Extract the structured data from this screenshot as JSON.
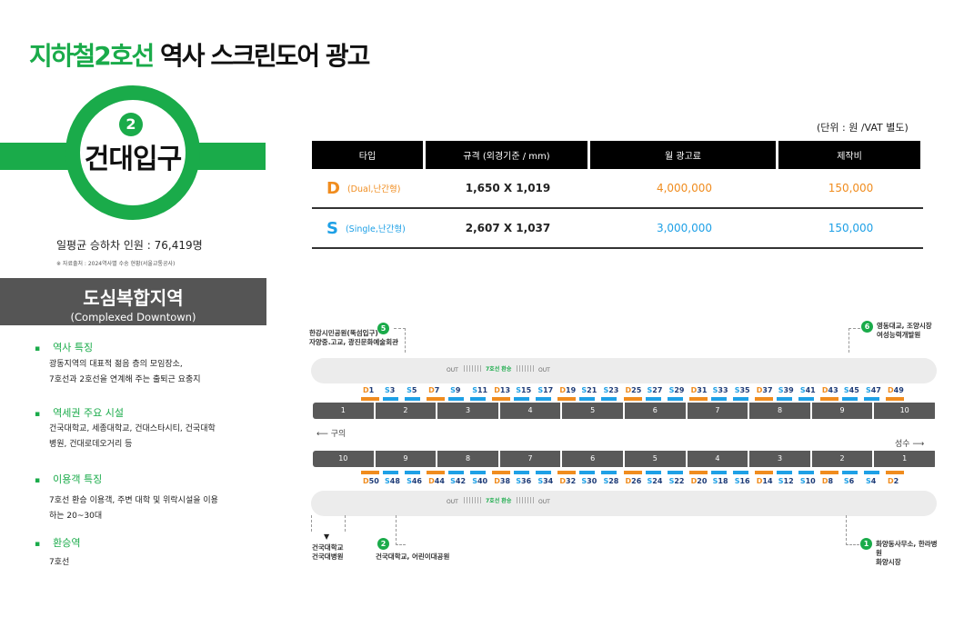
{
  "title": {
    "line": "지하철2호선",
    "rest": "역사 스크린도어 광고"
  },
  "station": {
    "line_number": "2",
    "name": "건대입구"
  },
  "riders": "일평균 승하차 인원 : 76,419명",
  "source": "※ 자료출처 : 2024역사별 수송 현황(서울교통공사)",
  "zone": {
    "title": "도심복합지역",
    "subtitle": "(Complexed Downtown)"
  },
  "sections": [
    {
      "heading": "역사 특징",
      "lines": [
        "광동지역의 대표적 젊음 층의 모임장소,",
        "7호선과 2호선을 연계해 주는 출퇴근 요충지"
      ]
    },
    {
      "heading": "역세권 주요 시설",
      "lines": [
        "건국대학교, 세종대학교, 건대스타시티, 건국대학",
        "병원, 건대로데오거리 등"
      ]
    },
    {
      "heading": "이용객 특징",
      "lines": [
        "7호선 환승 이용객, 주변 대학 및 위락시설을 이용",
        "하는 20~30대"
      ]
    },
    {
      "heading": "환승역",
      "lines": [
        "7호선"
      ]
    }
  ],
  "table": {
    "unit": "(단위 : 원 /VAT 별도)",
    "headers": [
      "타입",
      "규격 (외경기준 / mm)",
      "월 광고료",
      "제작비"
    ],
    "rows": [
      {
        "type_letter": "D",
        "type_desc": "(Dual,난간형)",
        "size": "1,650 X 1,019",
        "monthly": "4,000,000",
        "production": "150,000"
      },
      {
        "type_letter": "S",
        "type_desc": "(Single,난간형)",
        "size": "2,607 X 1,037",
        "monthly": "3,000,000",
        "production": "150,000"
      }
    ]
  },
  "colors": {
    "green": "#1aab4a",
    "dual": "#f08c1e",
    "single": "#1ea0e6"
  },
  "diagram": {
    "exits": {
      "e5": {
        "num": "5",
        "lines": [
          "한강시민공원(뚝섬입구)",
          "자양중.고교, 광진문화예술회관"
        ]
      },
      "e6": {
        "num": "6",
        "lines": [
          "영동대교, 조양시장",
          "여성능력개발원"
        ]
      },
      "e2": {
        "num": "2",
        "lines": [
          "건국대학교, 어린이대공원"
        ]
      },
      "e1": {
        "num": "1",
        "lines": [
          "화양동사무소, 한라병원",
          "화양시장"
        ]
      },
      "bottom_left": [
        "건국대학교",
        "건국대병원"
      ]
    },
    "out": "OUT",
    "transfer": "7호선 환승",
    "dir_left": "구의",
    "dir_right": "성수",
    "top_cars": [
      "1",
      "2",
      "3",
      "4",
      "5",
      "6",
      "7",
      "8",
      "9",
      "10"
    ],
    "bottom_cars": [
      "10",
      "9",
      "8",
      "7",
      "6",
      "5",
      "4",
      "3",
      "2",
      "1"
    ],
    "top_ads": [
      "D1",
      "S3",
      "S5",
      "D7",
      "S9",
      "S11",
      "D13",
      "S15",
      "S17",
      "D19",
      "S21",
      "S23",
      "D25",
      "S27",
      "S29",
      "D31",
      "S33",
      "S35",
      "D37",
      "S39",
      "S41",
      "D43",
      "S45",
      "S47",
      "D49"
    ],
    "bottom_ads": [
      "D50",
      "S48",
      "S46",
      "D44",
      "S42",
      "S40",
      "D38",
      "S36",
      "S34",
      "D32",
      "S30",
      "S28",
      "D26",
      "S24",
      "S22",
      "D20",
      "S18",
      "S16",
      "D14",
      "S12",
      "S10",
      "D8",
      "S6",
      "S4",
      "D2"
    ]
  }
}
